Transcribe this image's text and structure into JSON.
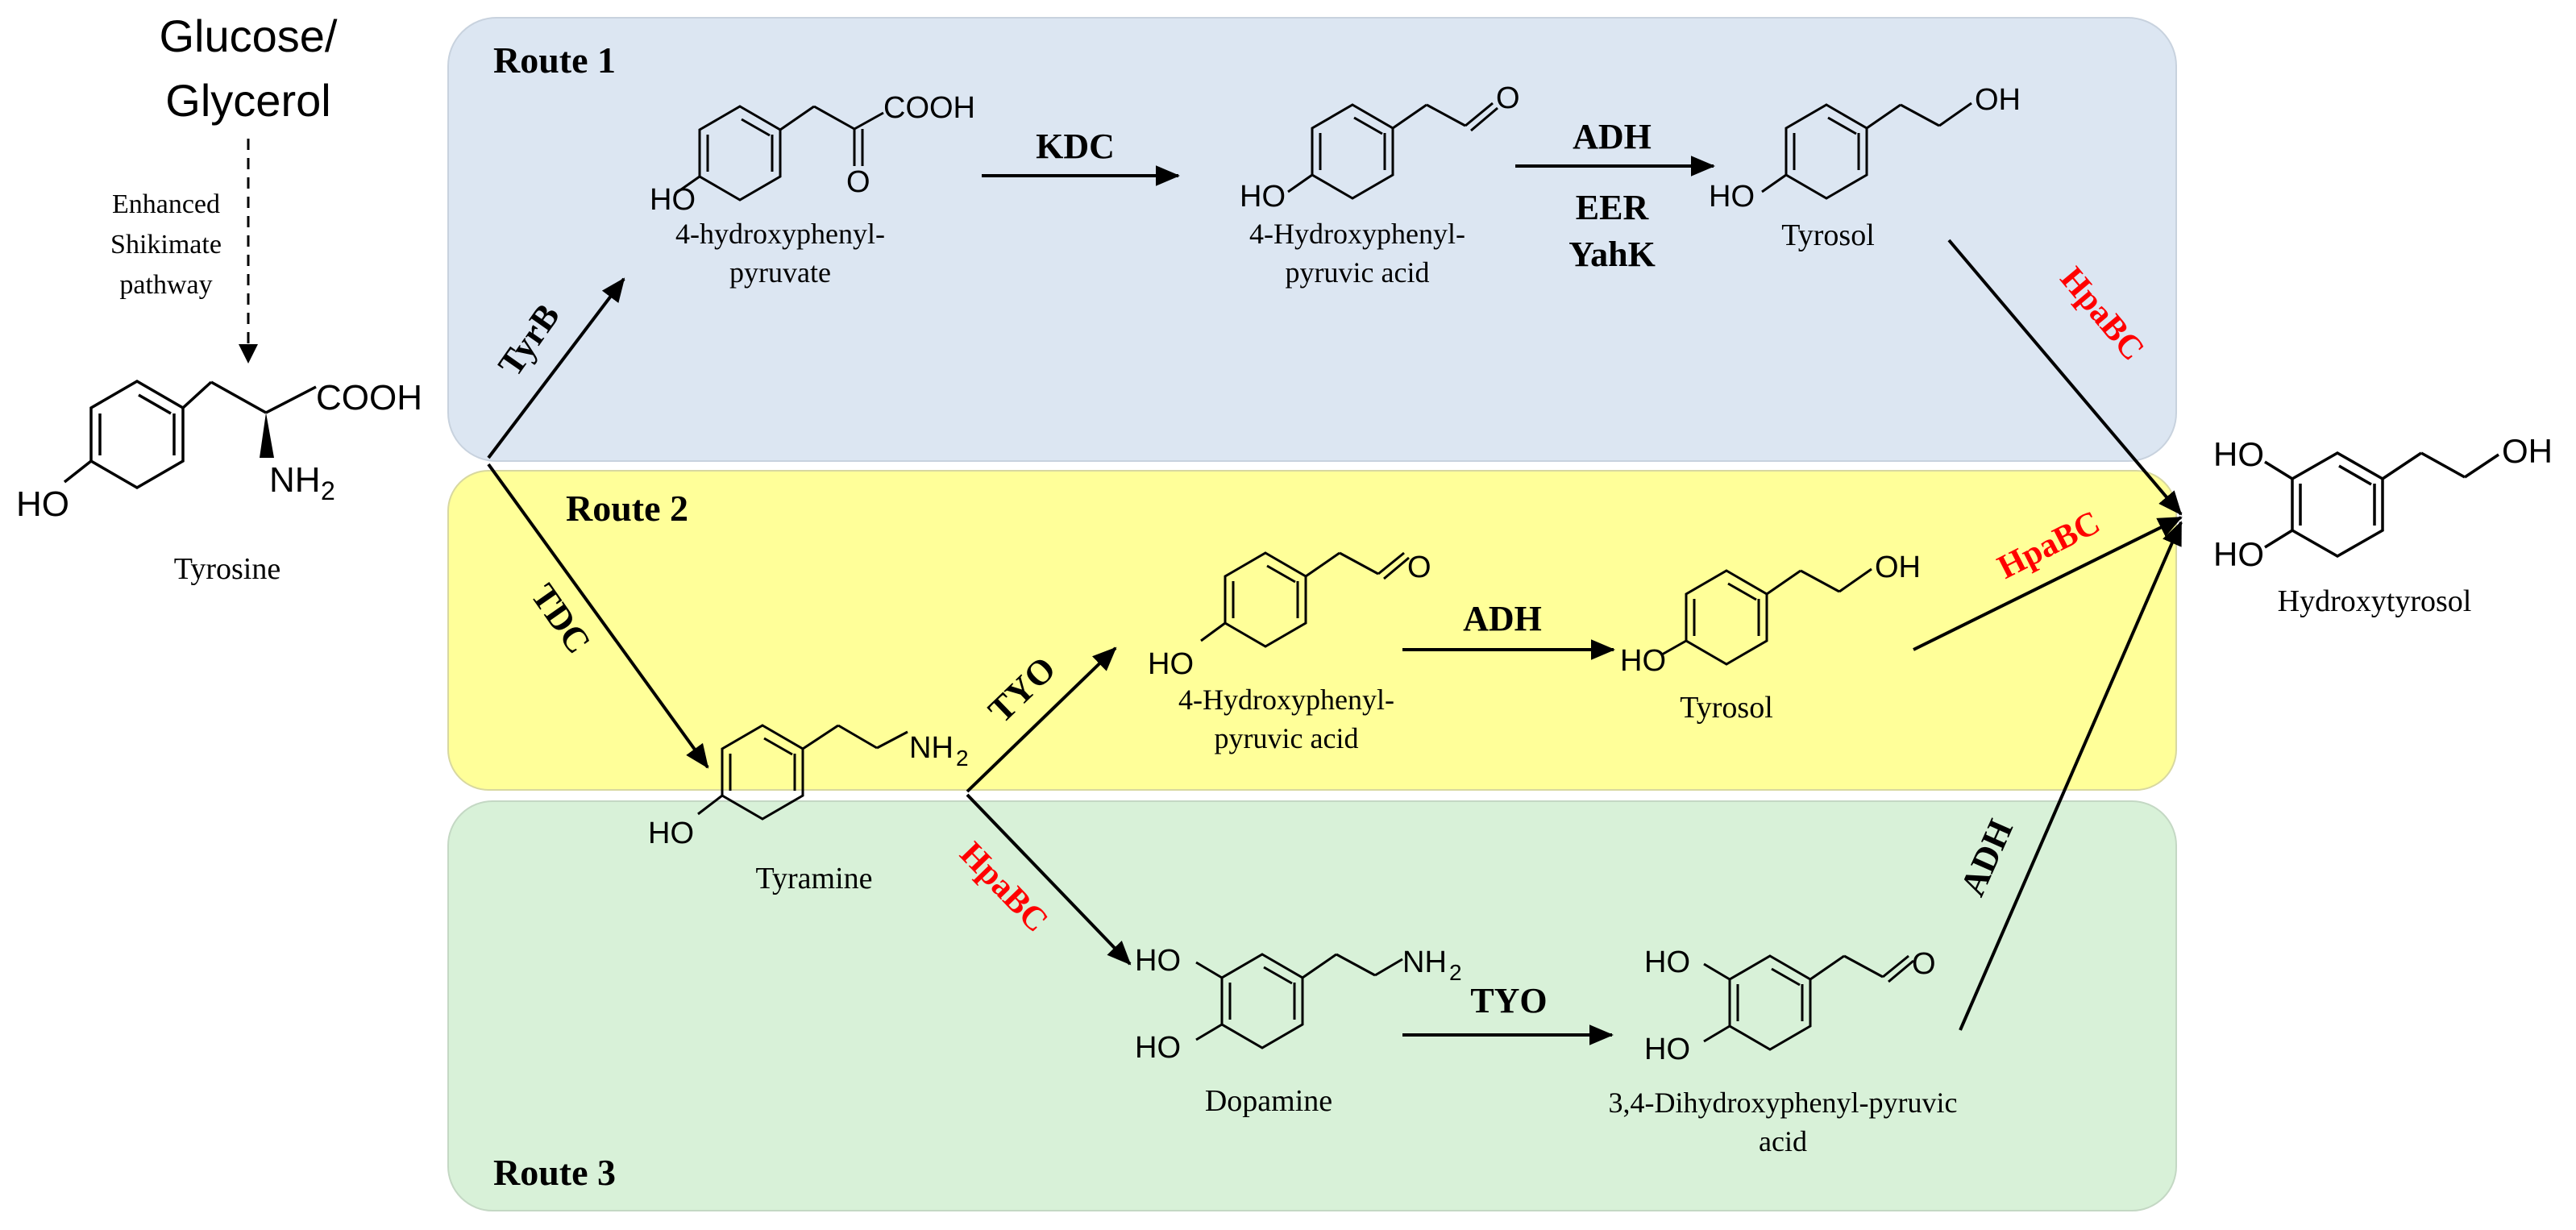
{
  "source": {
    "line1": "Glucose/",
    "line2": "Glycerol"
  },
  "shikimate": {
    "line1": "Enhanced",
    "line2": "Shikimate",
    "line3": "pathway"
  },
  "routes": {
    "route1": {
      "label": "Route 1",
      "color": "#dce6f2"
    },
    "route2": {
      "label": "Route 2",
      "color": "#ffff99"
    },
    "route3": {
      "label": "Route 3",
      "color": "#d8f1d8"
    }
  },
  "compounds": {
    "tyrosine": {
      "name": "Tyrosine"
    },
    "hpp_r1": {
      "line1": "4-hydroxyphenyl-",
      "line2": "pyruvate"
    },
    "hpaa_r1": {
      "line1": "4-Hydroxyphenyl-",
      "line2": "pyruvic acid"
    },
    "tyrosol_r1": {
      "name": "Tyrosol"
    },
    "tyramine": {
      "name": "Tyramine"
    },
    "hpaa_r2": {
      "line1": "4-Hydroxyphenyl-",
      "line2": "pyruvic acid"
    },
    "tyrosol_r2": {
      "name": "Tyrosol"
    },
    "dopamine": {
      "name": "Dopamine"
    },
    "dhpaa": {
      "line1": "3,4-Dihydroxyphenyl-pyruvic",
      "line2": "acid"
    },
    "hydroxytyrosol": {
      "name": "Hydroxytyrosol"
    }
  },
  "groups": {
    "cooh": "COOH",
    "ho": "HO",
    "oh": "OH",
    "nh2": "NH",
    "nh2_sub": "2",
    "o": "O"
  },
  "enzymes": {
    "tyrb": "TyrB",
    "kdc": "KDC",
    "adh_r1": "ADH",
    "eer": "EER",
    "yahk": "YahK",
    "hpabc_r1": "HpaBC",
    "tdc": "TDC",
    "tyo_r2": "TYO",
    "adh_r2": "ADH",
    "hpabc_r2": "HpaBC",
    "hpabc_r3": "HpaBC",
    "tyo_r3": "TYO",
    "adh_r3": "ADH"
  },
  "colors": {
    "highlight_enzyme": "#ff0000",
    "ink": "#000000",
    "box_border": "#d0d0d0"
  }
}
